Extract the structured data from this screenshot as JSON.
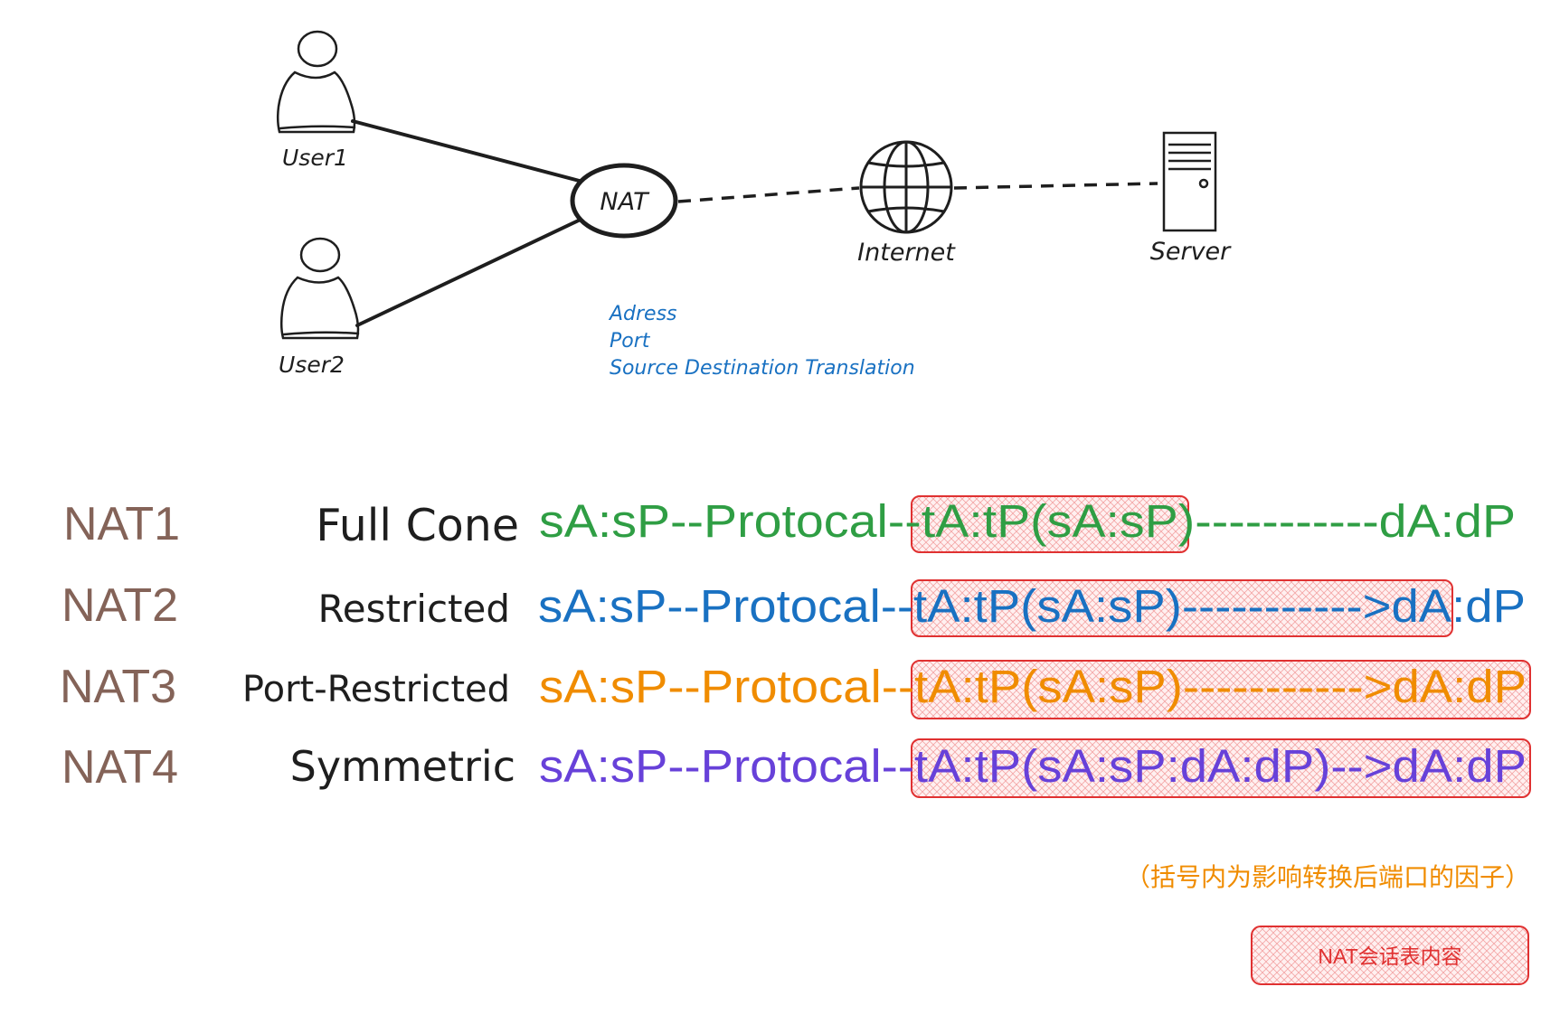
{
  "diagram": {
    "nodes": {
      "user1": "User1",
      "user2": "User2",
      "nat": "NAT",
      "internet": "Internet",
      "server": "Server"
    },
    "note_lines": [
      "Adress",
      "Port",
      "Source Destination Translation"
    ],
    "rows": [
      {
        "id": "NAT1",
        "type": "Full Cone",
        "prefix": "sA:sP--Protocal--",
        "boxed": "tA:tP(sA:sP)",
        "suffix": "-----------dA:dP",
        "color": "#2f9e44"
      },
      {
        "id": "NAT2",
        "type": "Restricted",
        "prefix": "sA:sP--Protocal--",
        "boxed": "tA:tP(sA:sP)----------->dA",
        "suffix": ":dP",
        "color": "#1971c2"
      },
      {
        "id": "NAT3",
        "type": "Port-Restricted",
        "prefix": "sA:sP--Protocal--",
        "boxed": "tA:tP(sA:sP)----------->dA:dP",
        "suffix": "",
        "color": "#f08c00"
      },
      {
        "id": "NAT4",
        "type": "Symmetric",
        "prefix": "sA:sP--Protocal--",
        "boxed": "tA:tP(sA:sP:dA:dP)-->dA:dP",
        "suffix": "",
        "color": "#6741d9"
      }
    ],
    "footnote": "（括号内为影响转换后端口的因子）",
    "legend_label": "NAT会话表内容",
    "colors": {
      "nat_id": "#846358",
      "note": "#1971c2",
      "footnote": "#f08c00",
      "box_stroke": "#e03131",
      "box_fill": "#ffc9c9"
    }
  }
}
